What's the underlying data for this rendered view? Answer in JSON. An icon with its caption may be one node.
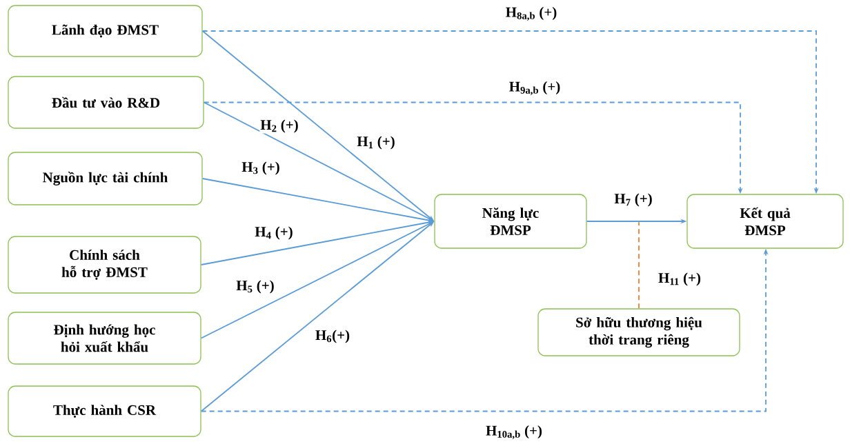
{
  "diagram": {
    "nodes": [
      {
        "text": [
          "Lãnh đạo ĐMST"
        ]
      },
      {
        "text": [
          "Đầu tư vào R&D"
        ]
      },
      {
        "text": [
          "Nguồn lực tài chính"
        ]
      },
      {
        "text": [
          "Chính sách hỗ trợ ĐMST"
        ]
      },
      {
        "text": [
          "Định hướng học hỏi xuất khẩu"
        ]
      },
      {
        "text": [
          "Thực hành CSR"
        ]
      },
      {
        "text": [
          "Năng lực ĐMSP"
        ]
      },
      {
        "text": [
          "Kết quả ĐMSP"
        ]
      },
      {
        "text": [
          "Sở hữu thương hiệu thời trang riêng"
        ]
      }
    ],
    "edges": [
      {
        "from": 0,
        "to": 6,
        "arrow": "to",
        "label": "H$_{1}$ (+)"
      },
      {
        "from": 1,
        "to": 6,
        "arrow": "to",
        "label": "H$_{2}$ (+)"
      },
      {
        "from": 2,
        "to": 6,
        "arrow": "to",
        "label": "H$_{3}$ (+)"
      },
      {
        "from": 3,
        "to": 6,
        "arrow": "to",
        "label": "H$_{4}$ (+)"
      },
      {
        "from": 4,
        "to": 6,
        "arrow": "to",
        "label": "H$_{5}$ (+)"
      },
      {
        "from": 5,
        "to": 6,
        "arrow": "to",
        "label": "H$_{6}$(+)"
      },
      {
        "from": 6,
        "to": 7,
        "arrow": "to",
        "label": "H$_{7}$ (+)"
      },
      {
        "from": 0,
        "to": 7,
        "arrow": "to",
        "label": "H$_{8a,b}$ (+)",
        "style": "dashed"
      },
      {
        "from": 1,
        "to": 7,
        "arrow": "to",
        "label": "H$_{9a,b}$ (+)",
        "style": "dashed"
      },
      {
        "from": 5,
        "to": 7,
        "arrow": "to",
        "label": "H$_{10a,b}$ (+)",
        "style": "dashed"
      },
      {
        "from": 8,
        "to": null,
        "arrow": "none",
        "label": "H$_{11}$ (+)",
        "style": "dashed",
        "color": "#ed7d31"
      }
    ]
  }
}
